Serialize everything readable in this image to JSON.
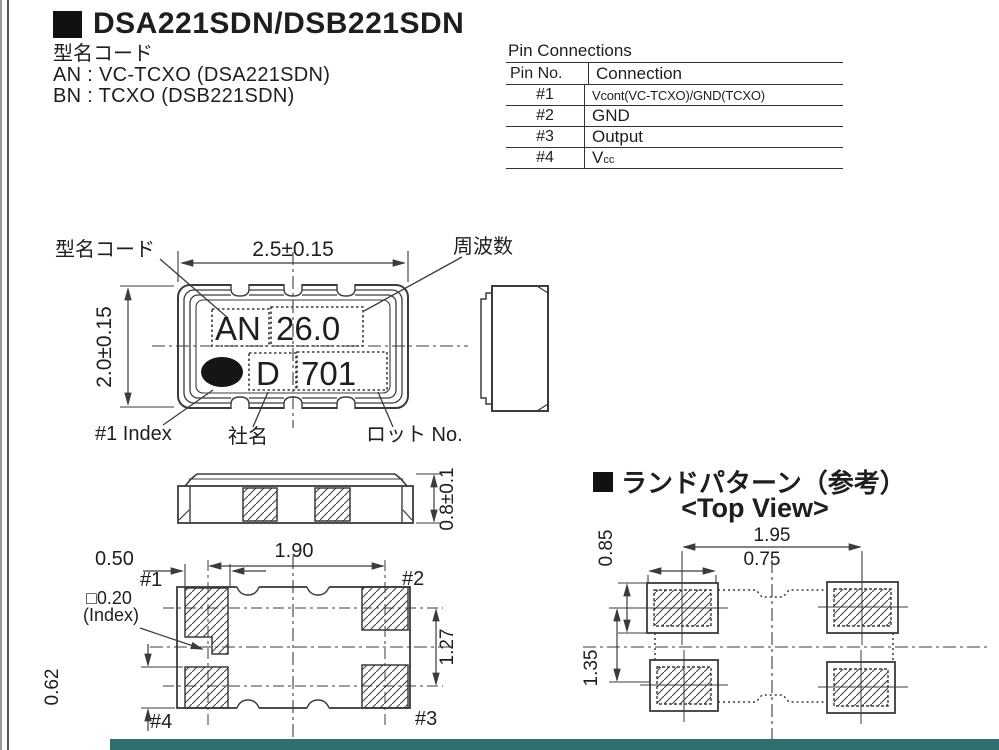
{
  "page": {
    "background": "#ffffff",
    "line_color": "#3b3b3b",
    "footer_bar_color": "#2e6f70"
  },
  "header": {
    "title": "DSA221SDN/DSB221SDN"
  },
  "model_code": {
    "label": "型名コード",
    "line1": "AN : VC-TCXO (DSA221SDN)",
    "line2": "BN : TCXO (DSB221SDN)"
  },
  "pin_table": {
    "title": "Pin Connections",
    "col1": "Pin No.",
    "col2": "Connection",
    "rows": [
      {
        "pin": "#1",
        "conn": "Vcont(VC-TCXO)/GND(TCXO)"
      },
      {
        "pin": "#2",
        "conn": "GND"
      },
      {
        "pin": "#3",
        "conn": "Output"
      },
      {
        "pin": "#4",
        "conn": "V",
        "conn_sub": "cc"
      }
    ]
  },
  "top_view": {
    "label_model_code": "型名コード",
    "label_frequency": "周波数",
    "label_index": "#1 Index",
    "label_company": "社名",
    "label_lot": "ロット No.",
    "dim_width": "2.5±0.15",
    "dim_height": "2.0±0.15",
    "marking_code": "AN",
    "marking_freq": "26.0",
    "marking_company": "D",
    "marking_lot": "701"
  },
  "side_view": {
    "dim_thickness": "0.8±0.1"
  },
  "bottom_view": {
    "dim_pad_pitch_x": "1.90",
    "dim_pad_width": "0.50",
    "dim_index_size": "□0.20",
    "dim_index_note": "(Index)",
    "dim_pad_height": "0.62",
    "dim_pad_pitch_y": "1.27",
    "pin1": "#1",
    "pin2": "#2",
    "pin3": "#3",
    "pin4": "#4"
  },
  "land_pattern": {
    "title": "ランドパターン（参考）",
    "subtitle": "<Top View>",
    "dim_pitch_x": "1.95",
    "dim_pad_width": "0.75",
    "dim_pad_height": "0.85",
    "dim_pitch_y": "1.35"
  }
}
